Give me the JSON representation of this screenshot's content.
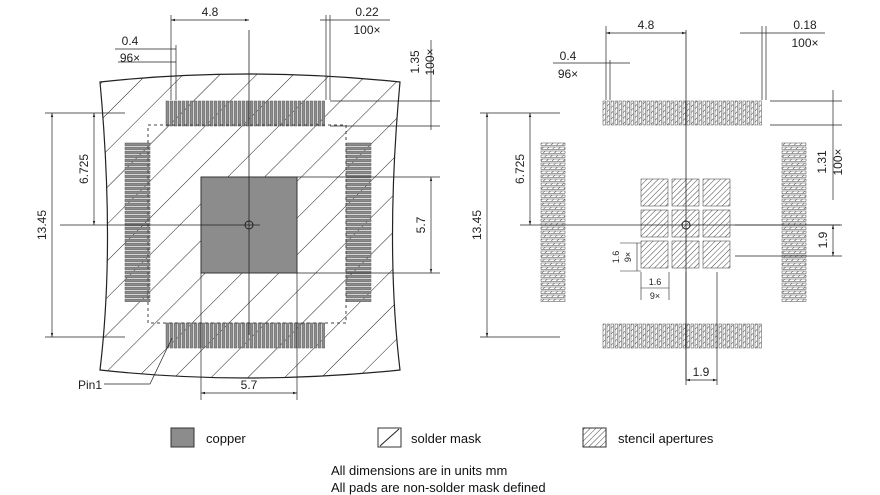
{
  "left": {
    "dims": {
      "top_center": "4.8",
      "top_pad_w": "0.22",
      "top_pad_w_count": "100×",
      "top_pitch": "0.4",
      "top_pitch_count": "96×",
      "right_pad_len": "1.35",
      "right_pad_len_count": "100×",
      "left_half": "6.725",
      "left_total": "13.45",
      "right_epad": "5.7",
      "bottom_epad": "5.7"
    },
    "pin_label": "Pin1"
  },
  "right": {
    "dims": {
      "top_center": "4.8",
      "top_pad_w": "0.18",
      "top_pad_w_count": "100×",
      "top_pitch": "0.4",
      "top_pitch_count": "96×",
      "right_pad_len": "1.31",
      "right_pad_len_count": "100×",
      "left_half": "6.725",
      "left_total": "13.45",
      "right_pitch": "1.9",
      "bottom_pitch": "1.9",
      "stencil_v": "1.6",
      "stencil_v_count": "9×",
      "stencil_h": "1.6",
      "stencil_h_count": "9×"
    }
  },
  "legend": {
    "copper": "copper",
    "solder_mask": "solder mask",
    "stencil": "stencil apertures"
  },
  "notes": {
    "line1": "All dimensions are in units mm",
    "line2": "All pads are non-solder mask defined"
  }
}
